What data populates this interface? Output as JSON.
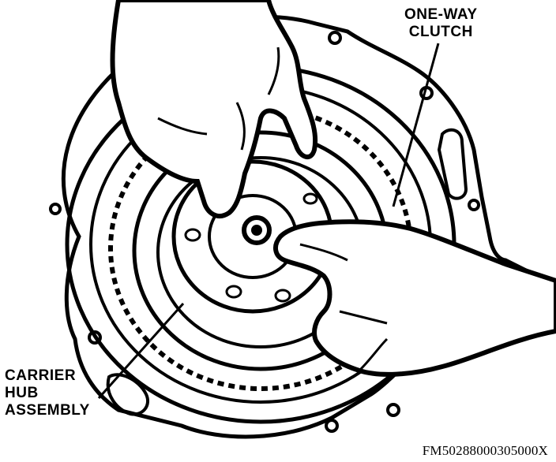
{
  "labels": {
    "one_way_clutch": [
      "ONE-WAY",
      "CLUTCH"
    ],
    "carrier_hub_assembly": [
      "CARRIER",
      "HUB",
      "ASSEMBLY"
    ]
  },
  "figure_code": "FM50288000305000X",
  "colors": {
    "ink": "#000000",
    "paper": "#ffffff"
  }
}
